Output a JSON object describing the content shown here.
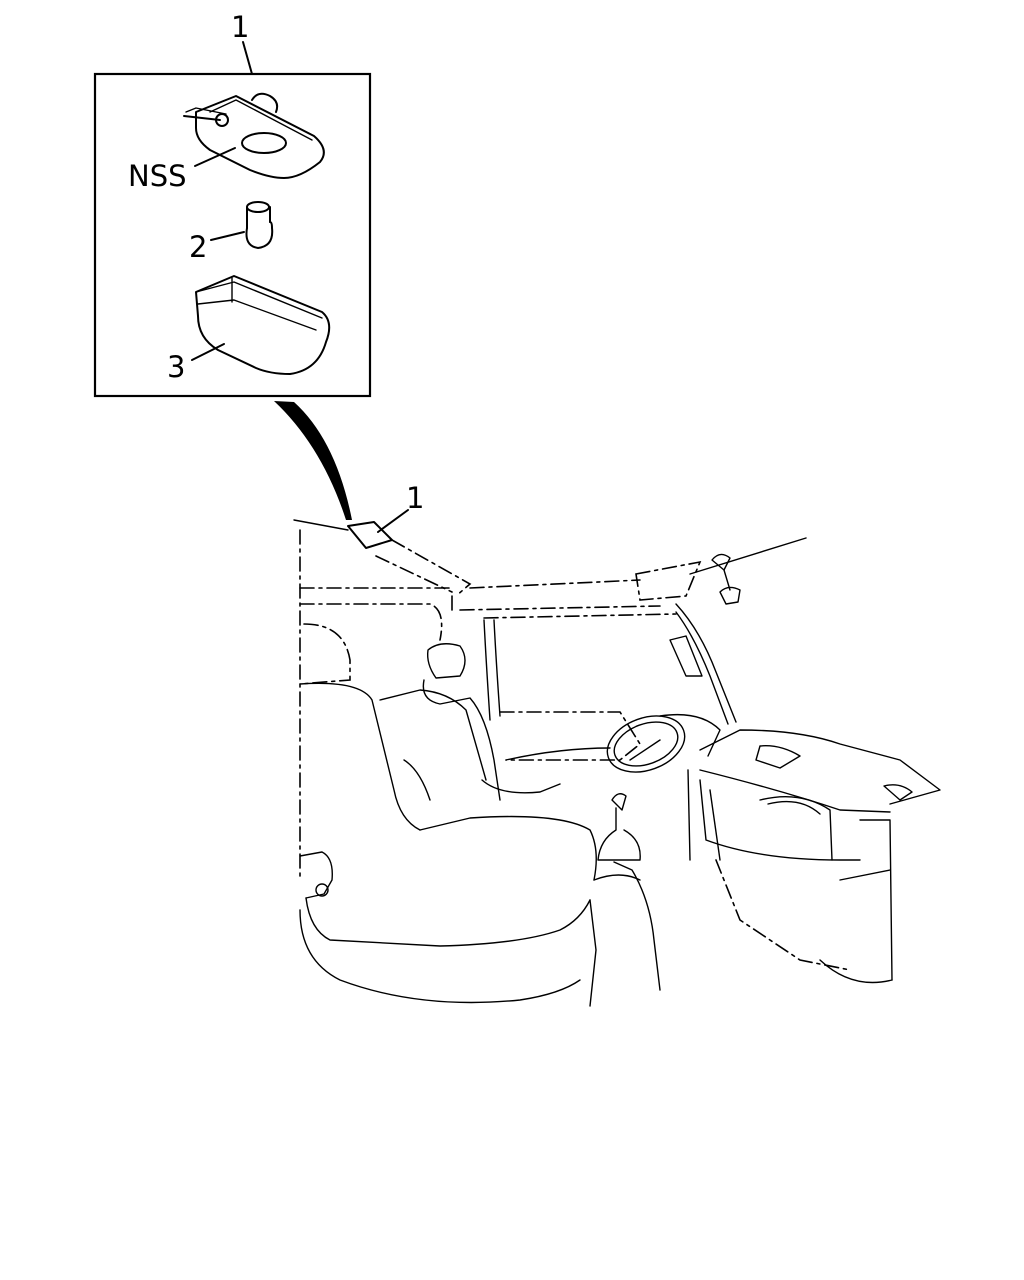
{
  "callouts": {
    "detail_item": "1",
    "nss": "NSS",
    "bulb": "2",
    "lens": "3",
    "location_item": "1"
  }
}
